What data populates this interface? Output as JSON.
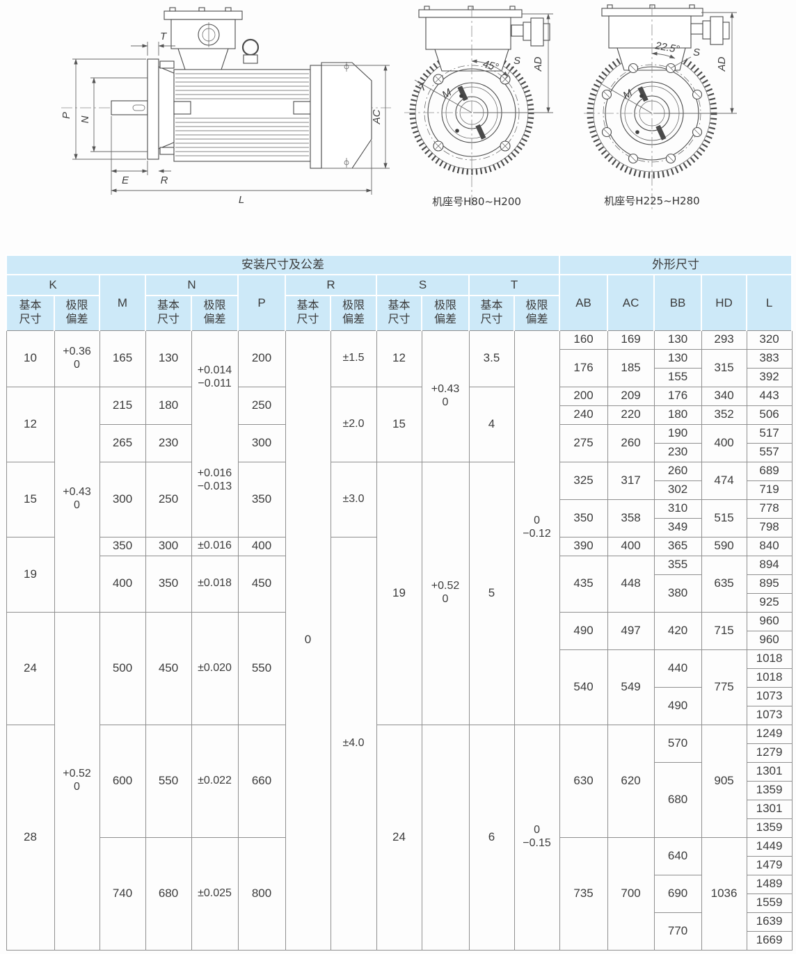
{
  "drawings": {
    "side_view": {
      "dim_labels": {
        "T": "T",
        "P": "P",
        "N": "N",
        "E": "E",
        "R": "R",
        "L": "L",
        "AC": "AC"
      }
    },
    "front_view_small": {
      "angle_label": "45°",
      "s_label": "S",
      "t_label": "T",
      "m_label": "M",
      "ad_label": "AD",
      "caption": "机座号H80~H200"
    },
    "front_view_large": {
      "angle_label": "22.5°",
      "s_label": "S",
      "m_label": "M",
      "ad_label": "AD",
      "caption": "机座号H225~H280"
    }
  },
  "table": {
    "section_headers": {
      "install": "安装尺寸及公差",
      "outline": "外形尺寸"
    },
    "sub_header": {
      "basic": "基本\n尺寸",
      "deviation": "极限\n偏差"
    },
    "groups": {
      "K": "K",
      "M": "M",
      "N": "N",
      "P": "P",
      "R": "R",
      "S": "S",
      "T": "T",
      "AB": "AB",
      "AC": "AC",
      "BB": "BB",
      "HD": "HD",
      "L": "L"
    },
    "rows": 33,
    "columns": [
      {
        "key": "k_basic",
        "cells": [
          [
            "10",
            1,
            3
          ],
          [
            "12",
            4,
            4
          ],
          [
            "15",
            8,
            4
          ],
          [
            "19",
            12,
            4
          ],
          [
            "24",
            16,
            6
          ],
          [
            "28",
            22,
            12
          ]
        ]
      },
      {
        "key": "k_dev",
        "cells": [
          [
            "+0.36\n0",
            1,
            3
          ],
          [
            "+0.43\n0",
            4,
            12
          ],
          [
            "+0.52\n0",
            16,
            18
          ]
        ]
      },
      {
        "key": "m",
        "cells": [
          [
            "165",
            1,
            3
          ],
          [
            "215",
            4,
            2
          ],
          [
            "265",
            6,
            2
          ],
          [
            "300",
            8,
            4
          ],
          [
            "350",
            12,
            1
          ],
          [
            "400",
            13,
            3
          ],
          [
            "500",
            16,
            6
          ],
          [
            "600",
            22,
            6
          ],
          [
            "740",
            28,
            6
          ]
        ]
      },
      {
        "key": "n_basic",
        "cells": [
          [
            "130",
            1,
            3
          ],
          [
            "180",
            4,
            2
          ],
          [
            "230",
            6,
            2
          ],
          [
            "250",
            8,
            4
          ],
          [
            "300",
            12,
            1
          ],
          [
            "350",
            13,
            3
          ],
          [
            "450",
            16,
            6
          ],
          [
            "550",
            22,
            6
          ],
          [
            "680",
            28,
            6
          ]
        ]
      },
      {
        "key": "n_dev",
        "cells": [
          [
            "+0.014\n−0.011",
            1,
            5
          ],
          [
            "+0.016\n−0.013",
            6,
            6,
            true
          ],
          [
            "±0.016",
            12,
            1
          ],
          [
            "±0.018",
            13,
            3
          ],
          [
            "±0.020",
            16,
            6
          ],
          [
            "±0.022",
            22,
            6
          ],
          [
            "±0.025",
            28,
            6
          ]
        ]
      },
      {
        "key": "p",
        "cells": [
          [
            "200",
            1,
            3
          ],
          [
            "250",
            4,
            2
          ],
          [
            "300",
            6,
            2
          ],
          [
            "350",
            8,
            4
          ],
          [
            "400",
            12,
            1
          ],
          [
            "450",
            13,
            3
          ],
          [
            "550",
            16,
            6
          ],
          [
            "660",
            22,
            6
          ],
          [
            "800",
            28,
            6
          ]
        ]
      },
      {
        "key": "r_basic",
        "cells": [
          [
            "0",
            1,
            33
          ]
        ]
      },
      {
        "key": "r_dev",
        "cells": [
          [
            "±1.5",
            1,
            3
          ],
          [
            "±2.0",
            4,
            4
          ],
          [
            "±3.0",
            8,
            4
          ],
          [
            "±4.0",
            12,
            22
          ]
        ]
      },
      {
        "key": "s_basic",
        "cells": [
          [
            "12",
            1,
            3
          ],
          [
            "15",
            4,
            4
          ],
          [
            "19",
            8,
            14
          ],
          [
            "24",
            22,
            12
          ]
        ]
      },
      {
        "key": "s_dev",
        "cells": [
          [
            "+0.43\n0",
            1,
            7
          ],
          [
            "+0.52\n0",
            8,
            14
          ],
          [
            "",
            22,
            12
          ]
        ]
      },
      {
        "key": "t_basic",
        "cells": [
          [
            "3.5",
            1,
            3
          ],
          [
            "4",
            4,
            4
          ],
          [
            "5",
            8,
            14
          ],
          [
            "6",
            22,
            12
          ]
        ]
      },
      {
        "key": "t_dev",
        "cells": [
          [
            "0\n−0.12",
            1,
            21
          ],
          [
            "0\n−0.15",
            22,
            12
          ]
        ]
      },
      {
        "key": "ab",
        "cells": [
          [
            "160",
            1,
            1
          ],
          [
            "176",
            2,
            2
          ],
          [
            "200",
            4,
            1
          ],
          [
            "240",
            5,
            1
          ],
          [
            "275",
            6,
            2
          ],
          [
            "325",
            8,
            2
          ],
          [
            "350",
            10,
            2
          ],
          [
            "390",
            12,
            1
          ],
          [
            "435",
            13,
            3
          ],
          [
            "490",
            16,
            2
          ],
          [
            "540",
            18,
            4
          ],
          [
            "630",
            22,
            6
          ],
          [
            "735",
            28,
            6
          ]
        ]
      },
      {
        "key": "ac2",
        "cells": [
          [
            "169",
            1,
            1
          ],
          [
            "185",
            2,
            2
          ],
          [
            "209",
            4,
            1
          ],
          [
            "220",
            5,
            1
          ],
          [
            "260",
            6,
            2
          ],
          [
            "317",
            8,
            2
          ],
          [
            "358",
            10,
            2
          ],
          [
            "400",
            12,
            1
          ],
          [
            "448",
            13,
            3
          ],
          [
            "497",
            16,
            2
          ],
          [
            "549",
            18,
            4
          ],
          [
            "620",
            22,
            6
          ],
          [
            "700",
            28,
            6
          ]
        ]
      },
      {
        "key": "bb",
        "cells": [
          [
            "130",
            1,
            1
          ],
          [
            "130",
            2,
            1
          ],
          [
            "155",
            3,
            1
          ],
          [
            "176",
            4,
            1
          ],
          [
            "180",
            5,
            1
          ],
          [
            "190",
            6,
            1
          ],
          [
            "230",
            7,
            1
          ],
          [
            "260",
            8,
            1
          ],
          [
            "302",
            9,
            1
          ],
          [
            "310",
            10,
            1
          ],
          [
            "349",
            11,
            1
          ],
          [
            "365",
            12,
            1
          ],
          [
            "355",
            13,
            1
          ],
          [
            "380",
            14,
            2
          ],
          [
            "420",
            16,
            2
          ],
          [
            "440",
            18,
            2
          ],
          [
            "490",
            20,
            2
          ],
          [
            "570",
            22,
            2
          ],
          [
            "680",
            24,
            4
          ],
          [
            "640",
            28,
            2
          ],
          [
            "690",
            30,
            2
          ],
          [
            "770",
            32,
            2
          ]
        ]
      },
      {
        "key": "hd",
        "cells": [
          [
            "293",
            1,
            1
          ],
          [
            "315",
            2,
            2
          ],
          [
            "340",
            4,
            1
          ],
          [
            "352",
            5,
            1
          ],
          [
            "400",
            6,
            2
          ],
          [
            "474",
            8,
            2
          ],
          [
            "515",
            10,
            2
          ],
          [
            "590",
            12,
            1
          ],
          [
            "635",
            13,
            3
          ],
          [
            "715",
            16,
            2
          ],
          [
            "775",
            18,
            4
          ],
          [
            "905",
            22,
            6
          ],
          [
            "1036",
            28,
            6
          ]
        ]
      },
      {
        "key": "l",
        "cells": [
          [
            "320",
            1,
            1
          ],
          [
            "383",
            2,
            1
          ],
          [
            "392",
            3,
            1
          ],
          [
            "443",
            4,
            1
          ],
          [
            "506",
            5,
            1
          ],
          [
            "517",
            6,
            1
          ],
          [
            "557",
            7,
            1
          ],
          [
            "689",
            8,
            1
          ],
          [
            "719",
            9,
            1
          ],
          [
            "778",
            10,
            1
          ],
          [
            "798",
            11,
            1
          ],
          [
            "840",
            12,
            1
          ],
          [
            "894",
            13,
            1
          ],
          [
            "895",
            14,
            1
          ],
          [
            "925",
            15,
            1
          ],
          [
            "960",
            16,
            1
          ],
          [
            "960",
            17,
            1
          ],
          [
            "1018",
            18,
            1
          ],
          [
            "1018",
            19,
            1
          ],
          [
            "1073",
            20,
            1
          ],
          [
            "1073",
            21,
            1
          ],
          [
            "1249",
            22,
            1
          ],
          [
            "1279",
            23,
            1
          ],
          [
            "1301",
            24,
            1
          ],
          [
            "1359",
            25,
            1
          ],
          [
            "1301",
            26,
            1
          ],
          [
            "1359",
            27,
            1
          ],
          [
            "1449",
            28,
            1
          ],
          [
            "1479",
            29,
            1
          ],
          [
            "1489",
            30,
            1
          ],
          [
            "1559",
            31,
            1
          ],
          [
            "1639",
            32,
            1
          ],
          [
            "1669",
            33,
            1
          ]
        ]
      }
    ]
  },
  "colors": {
    "header_bg": "#cde9f8",
    "border": "#8f8f8f",
    "text": "#3b3b3b"
  }
}
